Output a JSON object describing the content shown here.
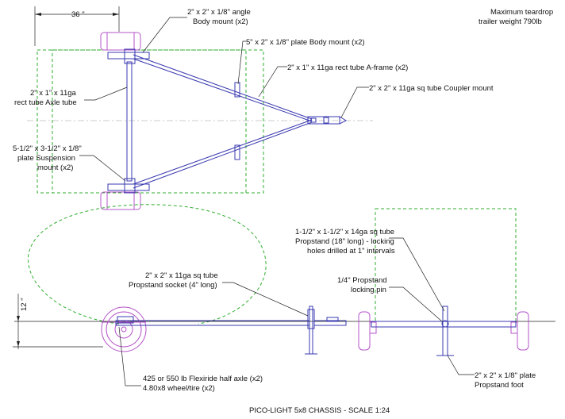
{
  "notes": {
    "weight_line1": "Maximum teardrop",
    "weight_line2": "trailer weight 790lb"
  },
  "dimensions": {
    "width_36": "36 \"",
    "height_12": "12 \""
  },
  "labels": {
    "angle_mount_l1": "2\" x 2\" x 1/8\" angle",
    "angle_mount_l2": "Body mount (x2)",
    "plate_mount": "5\" x 2\" x 1/8\" plate Body mount (x2)",
    "aframe": "2\" x 1\" x 11ga rect tube A-frame (x2)",
    "coupler": "2\" x 2\" x 11ga sq tube Coupler mount",
    "axle_tube_l1": "2\" x 1\" x 11ga",
    "axle_tube_l2": "rect tube Axle tube",
    "suspension_l1": "5-1/2\" x 3-1/2\" x 1/8\"",
    "suspension_l2": "plate Suspension",
    "suspension_l3": "mount (x2)",
    "propstand_tube_l1": "1-1/2\" x 1-1/2\" x 14ga sq tube",
    "propstand_tube_l2": "Propstand (18\" long) - locking",
    "propstand_tube_l3": "holes drilled at 1\" intervals",
    "socket_l1": "2\" x 2\" x 11ga sq tube",
    "socket_l2": "Propstand socket (4\" long)",
    "pin_l1": "1/4\" Propstand",
    "pin_l2": "locking pin",
    "axle_l1": "425 or 550 lb Flexiride half axle (x2)",
    "axle_l2": "4.80x8 wheel/tire (x2)",
    "foot_l1": "2\" x 2\" x 1/8\" plate",
    "foot_l2": "Propstand foot"
  },
  "title": "PICO-LIGHT 5x8 CHASSIS - SCALE 1:24",
  "colors": {
    "steel": "#3a3ab0",
    "wheel": "#b454c8",
    "body_outline": "#2fae2f"
  }
}
